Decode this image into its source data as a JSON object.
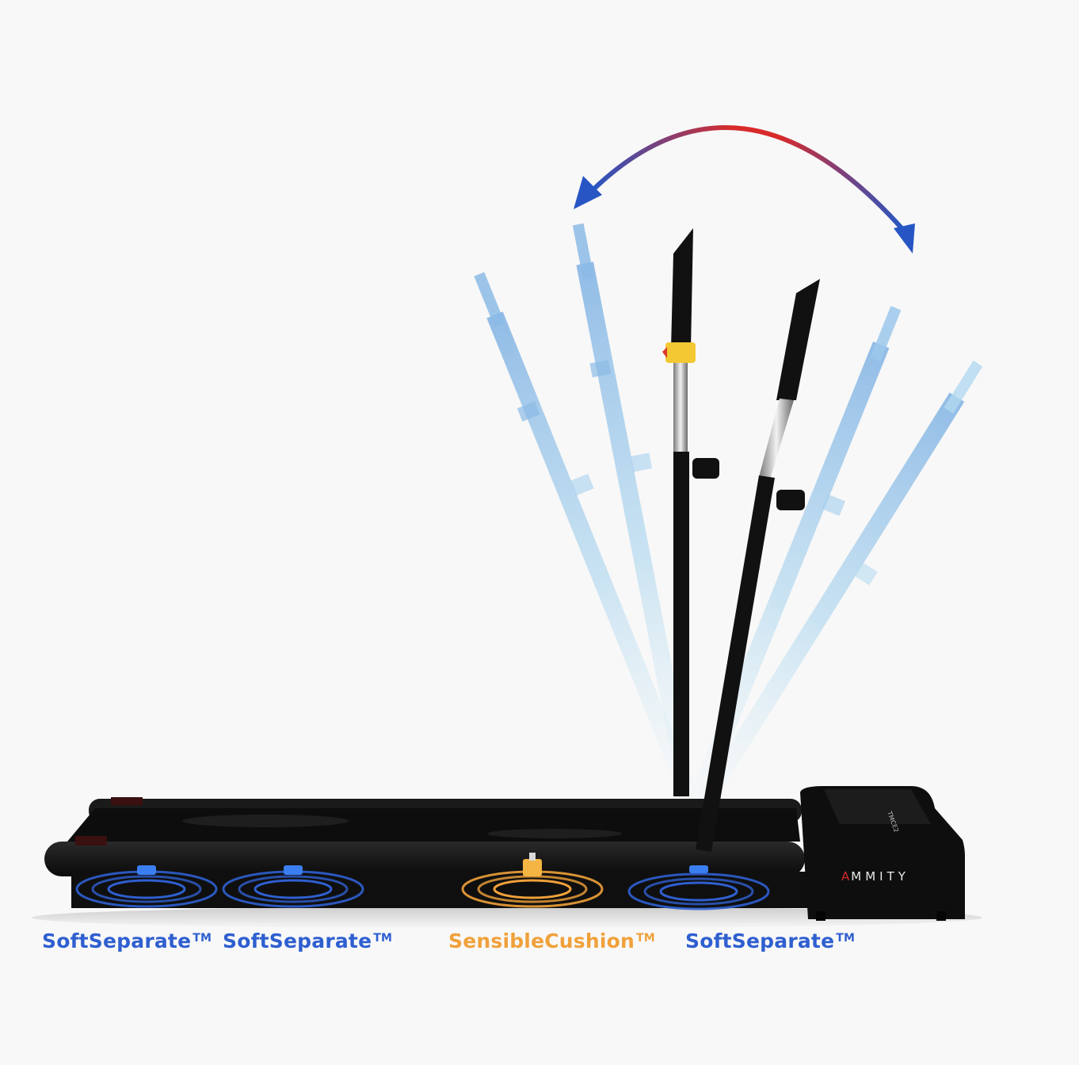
{
  "brand": {
    "mark": "A",
    "text": "MMITY"
  },
  "console_text": "TMCE2",
  "cushions": [
    {
      "label": "SoftSeparate",
      "tm": "TM",
      "kind": "soft"
    },
    {
      "label": "SoftSeparate",
      "tm": "TM",
      "kind": "soft"
    },
    {
      "label": "SensibleCushion",
      "tm": "TM",
      "kind": "sensible"
    },
    {
      "label": "SoftSeparate",
      "tm": "TM",
      "kind": "soft"
    }
  ],
  "colors": {
    "background": "#f8f8f8",
    "soft": "#2f5fd0",
    "sensible": "#f0a13a",
    "arc_start": "#2756c4",
    "arc_mid": "#d82a2a",
    "ghost": "#7fb1e3",
    "frame": "#111111"
  },
  "icons": [
    "fold-arc-arrow-icon",
    "handlebar-ghost-icon",
    "shock-absorber-icon"
  ]
}
